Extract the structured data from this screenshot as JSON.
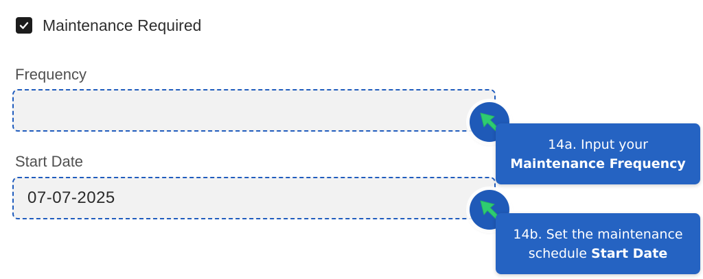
{
  "maintenance": {
    "checkbox_label": "Maintenance Required",
    "checked": true
  },
  "fields": {
    "frequency": {
      "label": "Frequency",
      "value": ""
    },
    "start_date": {
      "label": "Start Date",
      "value": "07-07-2025"
    }
  },
  "callouts": {
    "a": {
      "line1": "14a. Input your",
      "bold": "Maintenance Frequency"
    },
    "b": {
      "line1": "14b. Set the maintenance",
      "prefix": "schedule ",
      "bold": "Start Date"
    }
  },
  "colors": {
    "accent_blue": "#1e5bbd",
    "callout_blue": "#2563c2",
    "arrow_green": "#2ecc71",
    "field_bg": "#f2f2f2"
  },
  "icons": {
    "checkbox": "checkmark-icon",
    "cursor": "pointer-arrow-icon"
  }
}
